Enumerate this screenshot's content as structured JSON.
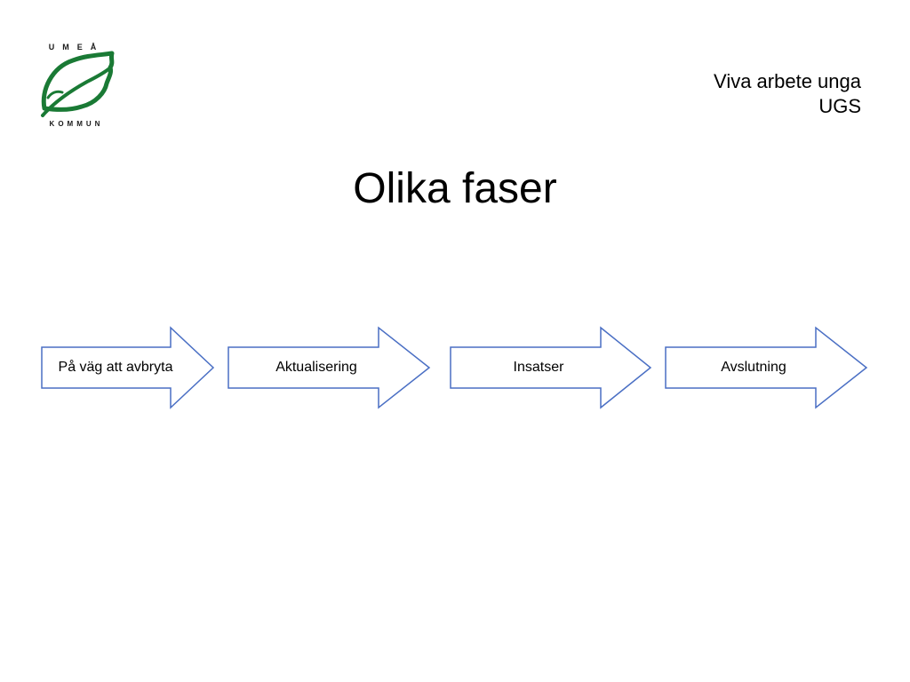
{
  "logo": {
    "top_text": "UMEÅ",
    "bottom_text": "KOMMUN",
    "icon": "leaf-logo",
    "color": "#1a7a35"
  },
  "header": {
    "line1": "Viva arbete unga",
    "line2": "UGS"
  },
  "title": "Olika faser",
  "flow": {
    "arrow_stroke": "#4a6fc4",
    "phases": [
      {
        "label": "På väg att avbryta"
      },
      {
        "label": "Aktualisering"
      },
      {
        "label": "Insatser"
      },
      {
        "label": "Avslutning"
      }
    ]
  }
}
